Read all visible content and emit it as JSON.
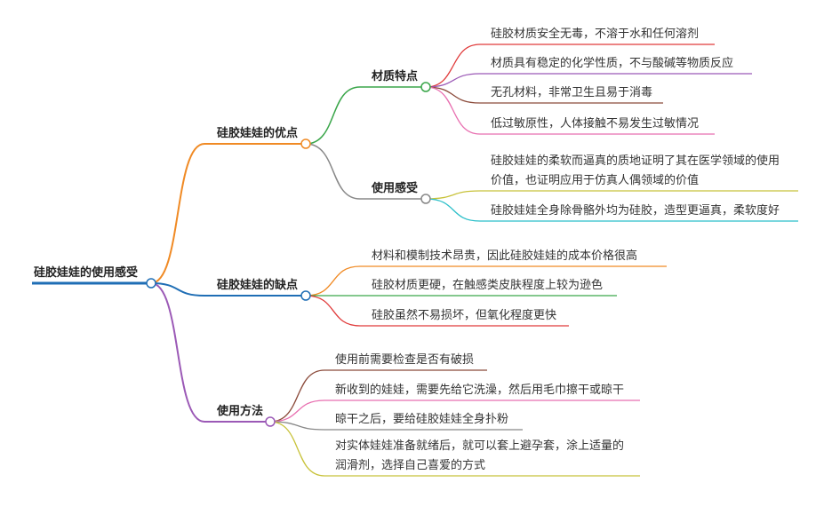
{
  "root": {
    "label": "硅胶娃娃的使用感受",
    "color": "#1f6eb5"
  },
  "branches": {
    "pros": {
      "label": "硅胶娃娃的优点",
      "color": "#f08a24",
      "material": {
        "label": "材质特点",
        "color": "#3aa64a",
        "items": [
          {
            "text": "硅胶材质安全无毒，不溶于水和任何溶剂",
            "color": "#e03a3a"
          },
          {
            "text": "材质具有稳定的化学性质，不与酸碱等物质反应",
            "color": "#9b59b6"
          },
          {
            "text": "无孔材料，非常卫生且易于消毒",
            "color": "#8b4a3a"
          },
          {
            "text": "低过敏原性，人体接触不易发生过敏情况",
            "color": "#e86fb0"
          }
        ]
      },
      "feeling": {
        "label": "使用感受",
        "color": "#888888",
        "items": [
          {
            "text_line1": "硅胶娃娃的柔软而逼真的质地证明了其在医学领域的使用",
            "text_line2": "价值，也证明应用于仿真人偶领域的价值",
            "color": "#c8c23a"
          },
          {
            "text": "硅胶娃娃全身除骨骼外均为硅胶，造型更逼真，柔软度好",
            "color": "#2bbfc9"
          }
        ]
      }
    },
    "cons": {
      "label": "硅胶娃娃的缺点",
      "color": "#1f6eb5",
      "items": [
        {
          "text": "材料和模制技术昂贵，因此硅胶娃娃的成本价格很高",
          "color": "#f08a24"
        },
        {
          "text": "硅胶材质更硬，在触感类皮肤程度上较为逊色",
          "color": "#3aa64a"
        },
        {
          "text": "硅胶虽然不易损坏，但氧化程度更快",
          "color": "#e03a3a"
        }
      ]
    },
    "usage": {
      "label": "使用方法",
      "color": "#9b59b6",
      "items": [
        {
          "text": "使用前需要检查是否有破损",
          "color": "#8b4a3a"
        },
        {
          "text": "新收到的娃娃，需要先给它洗澡，然后用毛巾擦干或晾干",
          "color": "#e86fb0"
        },
        {
          "text": "晾干之后，要给硅胶娃娃全身扑粉",
          "color": "#888888"
        },
        {
          "text_line1": "对实体娃娃准备就绪后，就可以套上避孕套，涂上适量的",
          "text_line2": "润滑剂，选择自己喜爱的方式",
          "color": "#c8c23a"
        }
      ]
    }
  }
}
